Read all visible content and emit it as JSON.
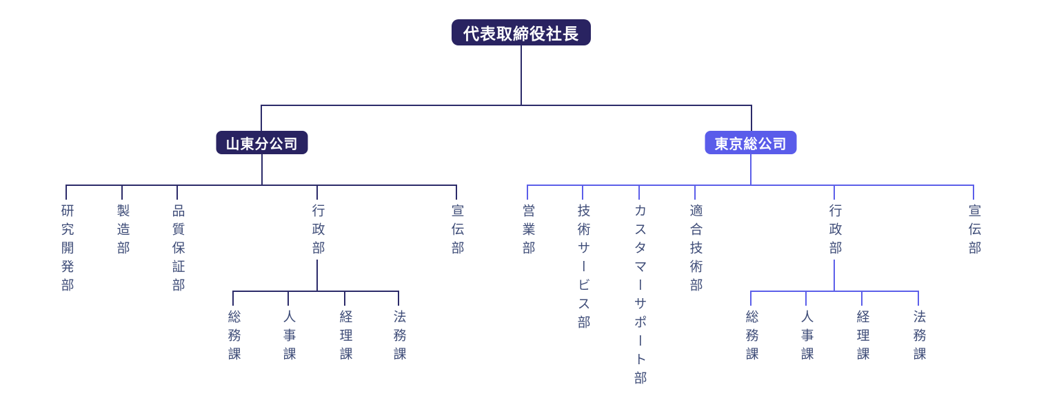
{
  "colors": {
    "dark": "#292361",
    "accent": "#5a5cea",
    "line_dark": "#2b2a69",
    "line_accent": "#5b5ee9",
    "text": "#3f4d78",
    "badge_text": "#ffffff",
    "background": "#ffffff"
  },
  "root": {
    "label": "代表取締役社長"
  },
  "branches": [
    {
      "label": "山東分公司",
      "departments": [
        "研究開発部",
        "製造部",
        "品質保証部",
        "行政部",
        "宣伝部"
      ],
      "sections": [
        "総務課",
        "人事課",
        "経理課",
        "法務課"
      ]
    },
    {
      "label": "東京総公司",
      "departments": [
        "営業部",
        "技術サービス部",
        "カスタマーサポート部",
        "適合技術部",
        "行政部",
        "宣伝部"
      ],
      "sections": [
        "総務課",
        "人事課",
        "経理課",
        "法務課"
      ]
    }
  ]
}
